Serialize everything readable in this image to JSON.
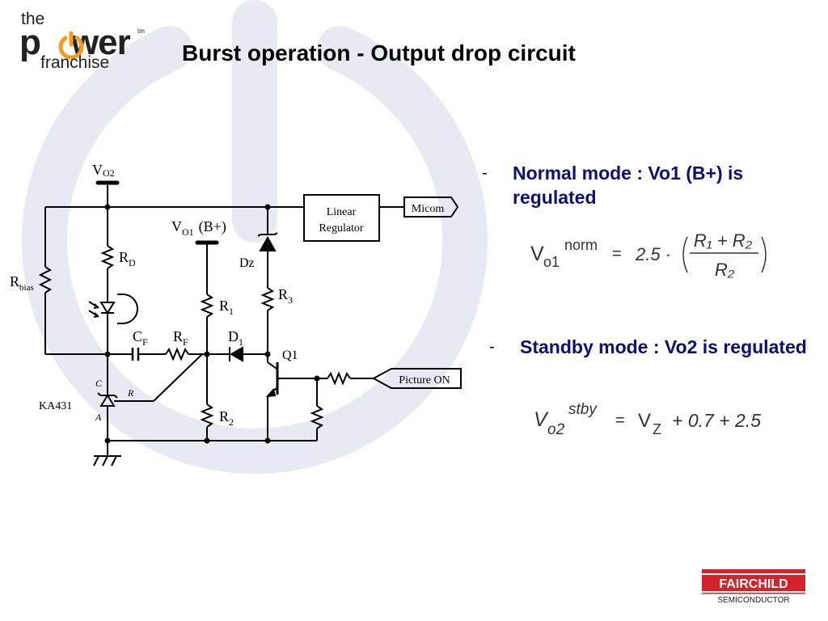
{
  "logo": {
    "line1": "the",
    "line2": "p",
    "line2b": "wer",
    "line3": "franchise",
    "tm": "tm"
  },
  "title": "Burst operation -  Output drop circuit",
  "circuit": {
    "vo2": "V",
    "vo2_sub": "O2",
    "vo1": "V",
    "vo1_sub": "O1",
    "vo1_suffix": "(B+)",
    "linear_regulator_line1": "Linear",
    "linear_regulator_line2": "Regulator",
    "micom": "Micom",
    "picture_on": "Picture ON",
    "rd": "R",
    "rd_sub": "D",
    "rbias": "R",
    "rbias_sub": "bias",
    "dz": "Dz",
    "r1": "R",
    "r1_sub": "1",
    "r2": "R",
    "r2_sub": "2",
    "r3": "R",
    "r3_sub": "3",
    "cf": "C",
    "cf_sub": "F",
    "rf": "R",
    "rf_sub": "F",
    "d1": "D",
    "d1_sub": "1",
    "q1": "Q1",
    "ka431": "KA431",
    "pin_c": "C",
    "pin_r": "R",
    "pin_a": "A"
  },
  "bullets": [
    {
      "dash": "-",
      "text": "Normal mode : Vo1 (B+) is regulated"
    },
    {
      "dash": "-",
      "text": "Standby mode : Vo2 is regulated"
    }
  ],
  "eq_norm": {
    "lhs": "V",
    "lhs_sub": "o1",
    "lhs_sup": "norm",
    "eq": "=",
    "coef": "2.5 ·",
    "num": "R₁ + R₂",
    "den": "R₂"
  },
  "eq_stby": {
    "lhs": "V",
    "lhs_sub": "o2",
    "lhs_sup": "stby",
    "eq": "=",
    "vz": "V",
    "vz_sub": "Z",
    "rest": "+ 0.7 + 2.5"
  },
  "footer": {
    "brand": "FAIRCHILD",
    "sub": "SEMICONDUCTOR"
  },
  "colors": {
    "bullet_text": "#0e0e73",
    "watermark": "#e6ebf3",
    "logo_orange": "#f39c1f",
    "fairchild_red": "#d2232a"
  }
}
